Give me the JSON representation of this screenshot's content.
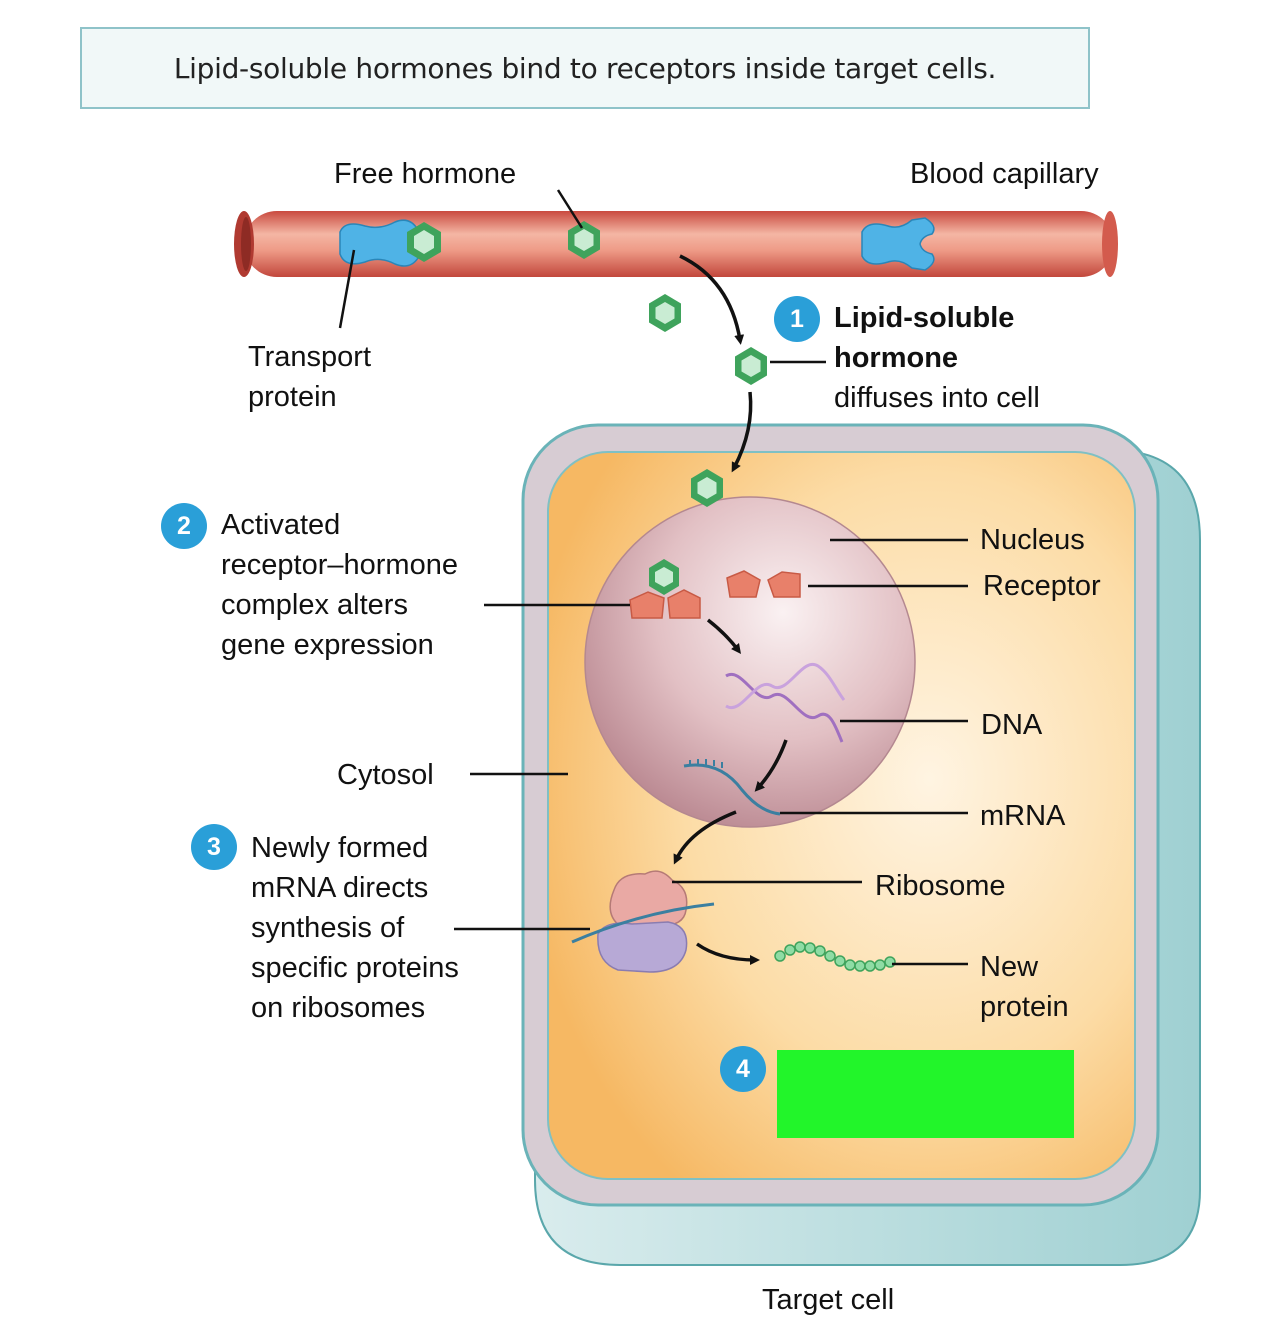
{
  "title": "Lipid-soluble hormones bind to receptors inside target cells.",
  "labels": {
    "free_hormone": "Free hormone",
    "blood_capillary": "Blood capillary",
    "transport_protein": [
      "Transport",
      "protein"
    ],
    "nucleus": "Nucleus",
    "receptor": "Receptor",
    "dna": "DNA",
    "cytosol": "Cytosol",
    "mrna": "mRNA",
    "ribosome": "Ribosome",
    "new_protein": [
      "New",
      "protein"
    ],
    "target_cell": "Target cell"
  },
  "steps": [
    {
      "number": "1",
      "bold_lines": [
        "Lipid-soluble",
        "hormone"
      ],
      "lines": [
        "diffuses into cell"
      ]
    },
    {
      "number": "2",
      "bold_lines": [],
      "lines": [
        "Activated",
        "receptor–hormone",
        "complex alters",
        "gene expression"
      ]
    },
    {
      "number": "3",
      "bold_lines": [],
      "lines": [
        "Newly formed",
        "mRNA directs",
        "synthesis of",
        "specific proteins",
        "on ribosomes"
      ]
    },
    {
      "number": "4",
      "bold_lines": [],
      "lines": []
    }
  ],
  "colors": {
    "capillary": "#e0705f",
    "transport_protein": "#4fb3e6",
    "hormone": "#5fbf7a",
    "cell_membrane": "#d8cfd6",
    "cell_edge": "#7fc0c4",
    "cytosol": "#f9c777",
    "nucleus": "#cfa0a8",
    "receptor": "#e8806a",
    "dna": "#a070c0",
    "mrna": "#3b7fa0",
    "new_protein": "#6dcf8a",
    "step_badge": "#2a9fd8",
    "hidden_box": "#22f52a"
  }
}
